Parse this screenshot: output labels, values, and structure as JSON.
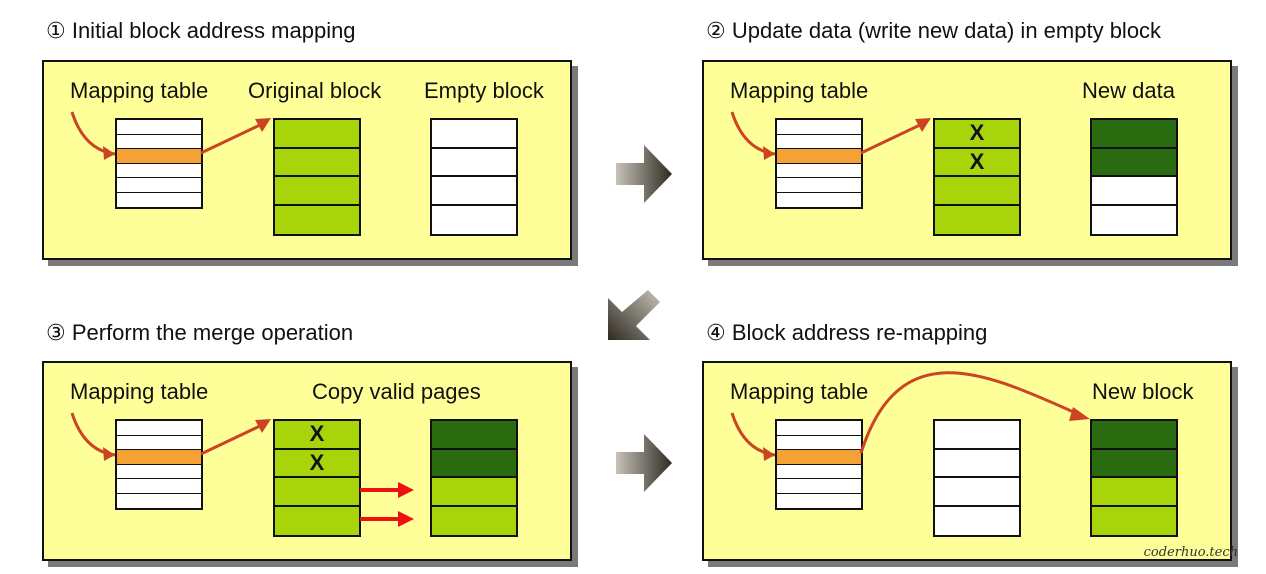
{
  "steps": [
    {
      "title": "① Initial block address mapping",
      "labels": [
        "Mapping table",
        "Original block",
        "Empty block"
      ],
      "blocks": [
        [
          "valid",
          "valid",
          "valid",
          "valid"
        ],
        [
          "empty",
          "empty",
          "empty",
          "empty"
        ]
      ]
    },
    {
      "title": "② Update data (write new data) in empty block",
      "labels": [
        "Mapping table",
        "New data"
      ],
      "blocks": [
        [
          "valid",
          "valid",
          "valid",
          "valid"
        ],
        [
          "new",
          "new",
          "empty",
          "empty"
        ]
      ],
      "marks": [
        "X",
        "X"
      ]
    },
    {
      "title": "③ Perform the merge operation",
      "labels": [
        "Mapping table",
        "Copy valid pages"
      ],
      "blocks": [
        [
          "valid",
          "valid",
          "valid",
          "valid"
        ],
        [
          "new",
          "new",
          "valid",
          "valid"
        ]
      ],
      "marks": [
        "X",
        "X"
      ]
    },
    {
      "title": "④ Block address re-mapping",
      "labels": [
        "Mapping table",
        "New block"
      ],
      "blocks": [
        [
          "empty",
          "empty",
          "empty",
          "empty"
        ],
        [
          "new",
          "new",
          "valid",
          "valid"
        ]
      ]
    }
  ],
  "mapping_table": {
    "rows": 6,
    "active_row": 2
  },
  "colors": {
    "panel": "#ffff99",
    "valid_page": "#a8d40a",
    "new_page": "#2b6b10",
    "empty_page": "#ffffff",
    "mapping_active": "#f4a236",
    "pointer_arrow": "#cc4422",
    "copy_arrow": "#ee1111"
  },
  "watermark": "coderhuo.tech"
}
